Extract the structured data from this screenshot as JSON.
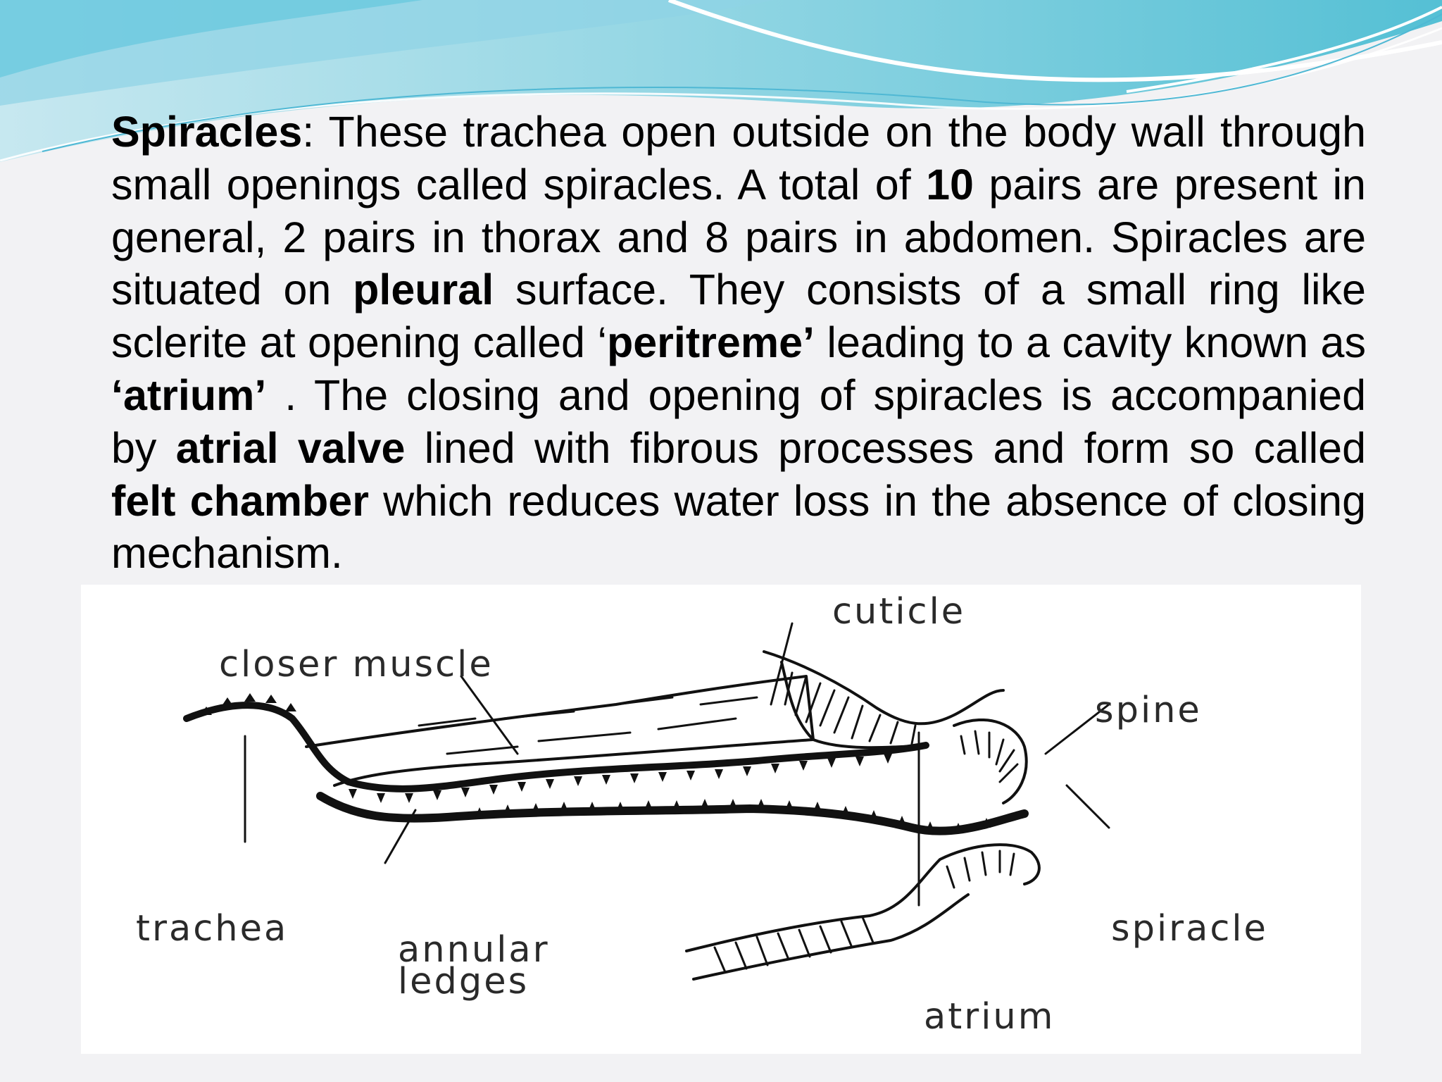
{
  "paragraph": {
    "p01": "Spiracles",
    "p02": ": These trachea open outside on the body wall through small openings called spiracles. A total of ",
    "p03": "10",
    "p04": " pairs are present in general, 2 pairs in thorax and 8 pairs in abdomen. Spiracles are situated on ",
    "p05": "pleural",
    "p06": " surface. They consists of a small ring like sclerite at opening called ‘",
    "p07": "peritreme’",
    "p08": " leading to a cavity known as ",
    "p09": "‘atrium’",
    "p10": " . The closing and opening of spiracles is accompanied by ",
    "p11": "atrial valve",
    "p12": " lined with fibrous processes and form so called ",
    "p13": "felt chamber",
    "p14": " which reduces water loss in the absence of closing mechanism."
  },
  "figure": {
    "labels": {
      "cuticle": "cuticle",
      "closer_muscle": "closer muscle",
      "spine": "spine",
      "trachea": "trachea",
      "annular_line1": "annular",
      "annular_line2": "ledges",
      "spiracle": "spiracle",
      "atrium": "atrium"
    }
  },
  "colors": {
    "wave_light": "#bfe6ef",
    "wave_mid": "#7fd0e0",
    "wave_dark": "#39b7cf",
    "background": "#f2f2f4",
    "text": "#000000"
  }
}
